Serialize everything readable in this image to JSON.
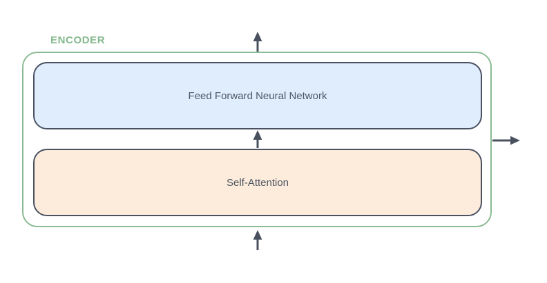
{
  "encoder": {
    "label": "ENCODER",
    "blocks": [
      {
        "id": "ffnn",
        "label": "Feed Forward Neural Network",
        "fill": "#e0edfc"
      },
      {
        "id": "self_attention",
        "label": "Self-Attention",
        "fill": "#fdecdb"
      }
    ],
    "arrows": [
      {
        "name": "input-arrow",
        "direction": "up",
        "position": "bottom-center-into-encoder"
      },
      {
        "name": "attention-to-ffnn-arrow",
        "direction": "up",
        "position": "between-self-attention-and-ffnn"
      },
      {
        "name": "output-arrow",
        "direction": "up",
        "position": "top-center-out-of-encoder"
      },
      {
        "name": "side-output-arrow",
        "direction": "right",
        "position": "right-middle-out-of-encoder"
      }
    ],
    "colors": {
      "background": "#ffffff",
      "encoder_border": "#8abb93",
      "encoder_label_text": "#84b98e",
      "block_border": "#4a5262",
      "block_text": "#4d5663",
      "ffnn_fill": "#e0edfc",
      "self_attention_fill": "#fdecdb",
      "arrow": "#49515f"
    }
  }
}
